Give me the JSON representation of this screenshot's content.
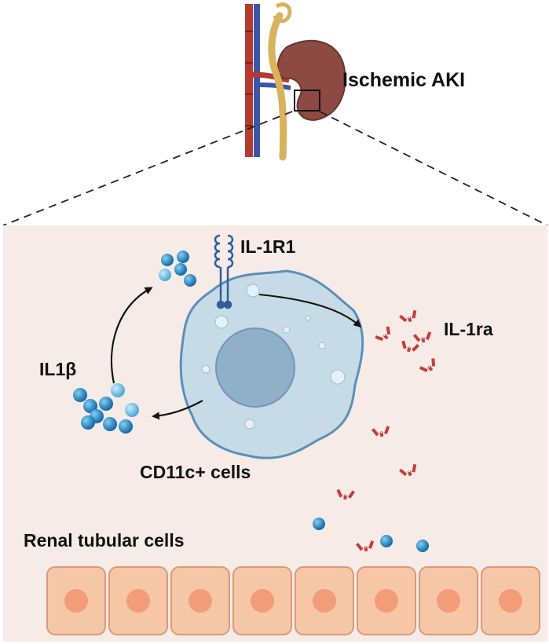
{
  "labels": {
    "organ_title": "Ischemic AKI",
    "receptor": "IL-1R1",
    "antagonist": "IL-1ra",
    "cytokine": "IL1β",
    "immune_cells": "CD11c+ cells",
    "epithelium": "Renal tubular cells"
  },
  "colors": {
    "panel_bg": "#f6ebe6",
    "cell_fill": "#c7dbe6",
    "cell_edge": "#5b8fb8",
    "nucleus": "#8fb0c8",
    "il1b": "#1e86c4",
    "il1b_light": "#6cc0e3",
    "il1ra": "#c43c3c",
    "tubule_fill": "#f5c7a6",
    "tubule_nucleus": "#f29c78",
    "kidney": "#8c4a42",
    "ureter": "#d8b25c",
    "artery": "#b53a2f",
    "vein": "#3e56a6"
  },
  "icons": [
    "kidney-icon",
    "macrophage-cell-icon",
    "receptor-icon",
    "il1b-molecule-icon",
    "il1ra-antagonist-icon",
    "tubular-cell-icon"
  ]
}
